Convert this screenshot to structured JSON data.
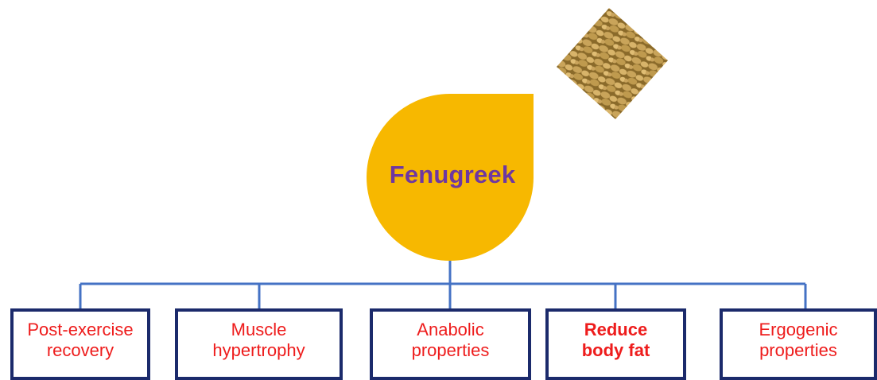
{
  "center": {
    "label": "Fenugreek",
    "fill_color": "#f7b800",
    "text_color": "#6e37a1",
    "image": "fenugreek-seeds-photo"
  },
  "connector_color": "#4472c4",
  "box_border_color": "#1b2a6b",
  "box_text_color": "#ee1c1c",
  "boxes": [
    {
      "label": "Post-exercise\nrecovery",
      "bold": false
    },
    {
      "label": "Muscle\nhypertrophy",
      "bold": false
    },
    {
      "label": "Anabolic\nproperties",
      "bold": false
    },
    {
      "label": "Reduce\nbody fat",
      "bold": true
    },
    {
      "label": "Ergogenic\nproperties",
      "bold": false
    }
  ]
}
